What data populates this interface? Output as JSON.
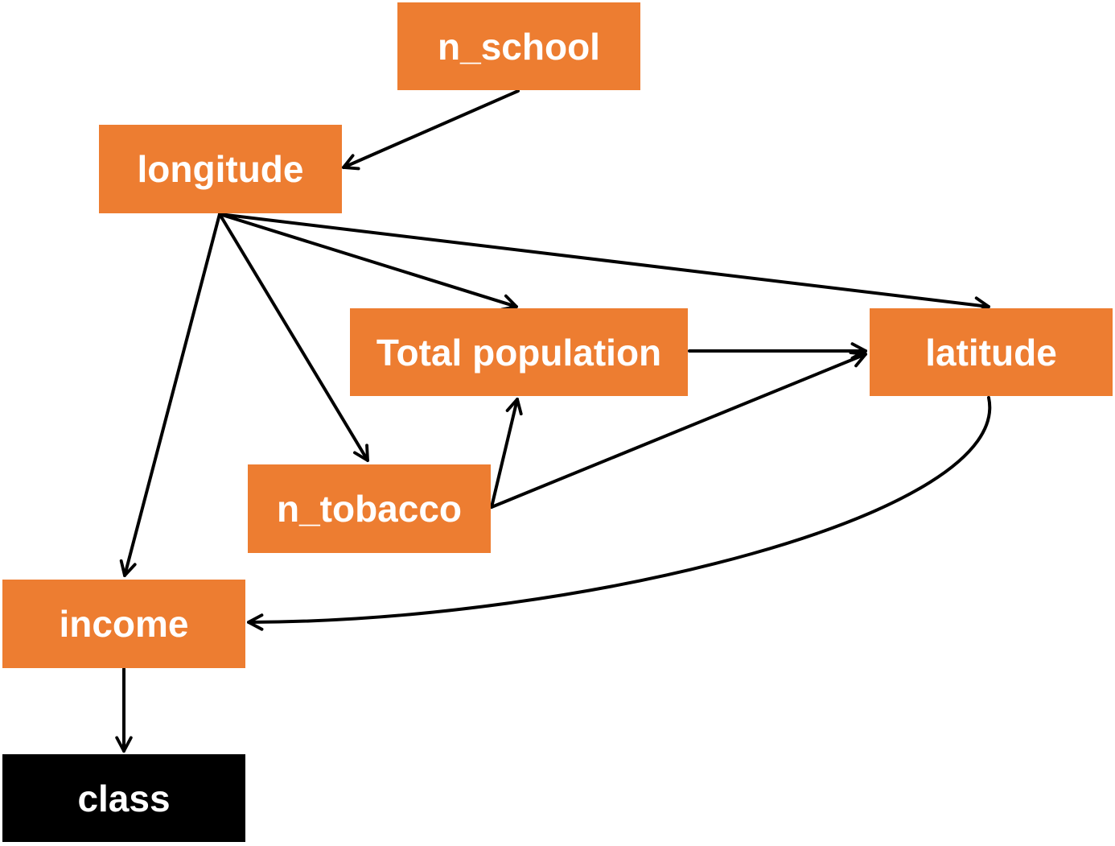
{
  "colors": {
    "node_fill": "#ED7D31",
    "target_fill": "#000000",
    "node_text": "#FFFFFF",
    "edge": "#000000"
  },
  "nodes": {
    "n_school": {
      "label": "n_school",
      "role": "feature"
    },
    "longitude": {
      "label": "longitude",
      "role": "feature"
    },
    "total_population": {
      "label": "Total population",
      "role": "feature"
    },
    "latitude": {
      "label": "latitude",
      "role": "feature"
    },
    "n_tobacco": {
      "label": "n_tobacco",
      "role": "feature"
    },
    "income": {
      "label": "income",
      "role": "feature"
    },
    "class": {
      "label": "class",
      "role": "target"
    }
  },
  "edges": [
    {
      "from": "n_school",
      "to": "longitude"
    },
    {
      "from": "longitude",
      "to": "total_population"
    },
    {
      "from": "longitude",
      "to": "latitude"
    },
    {
      "from": "longitude",
      "to": "n_tobacco"
    },
    {
      "from": "longitude",
      "to": "income"
    },
    {
      "from": "total_population",
      "to": "latitude"
    },
    {
      "from": "n_tobacco",
      "to": "total_population"
    },
    {
      "from": "n_tobacco",
      "to": "latitude"
    },
    {
      "from": "latitude",
      "to": "income"
    },
    {
      "from": "income",
      "to": "class"
    }
  ]
}
